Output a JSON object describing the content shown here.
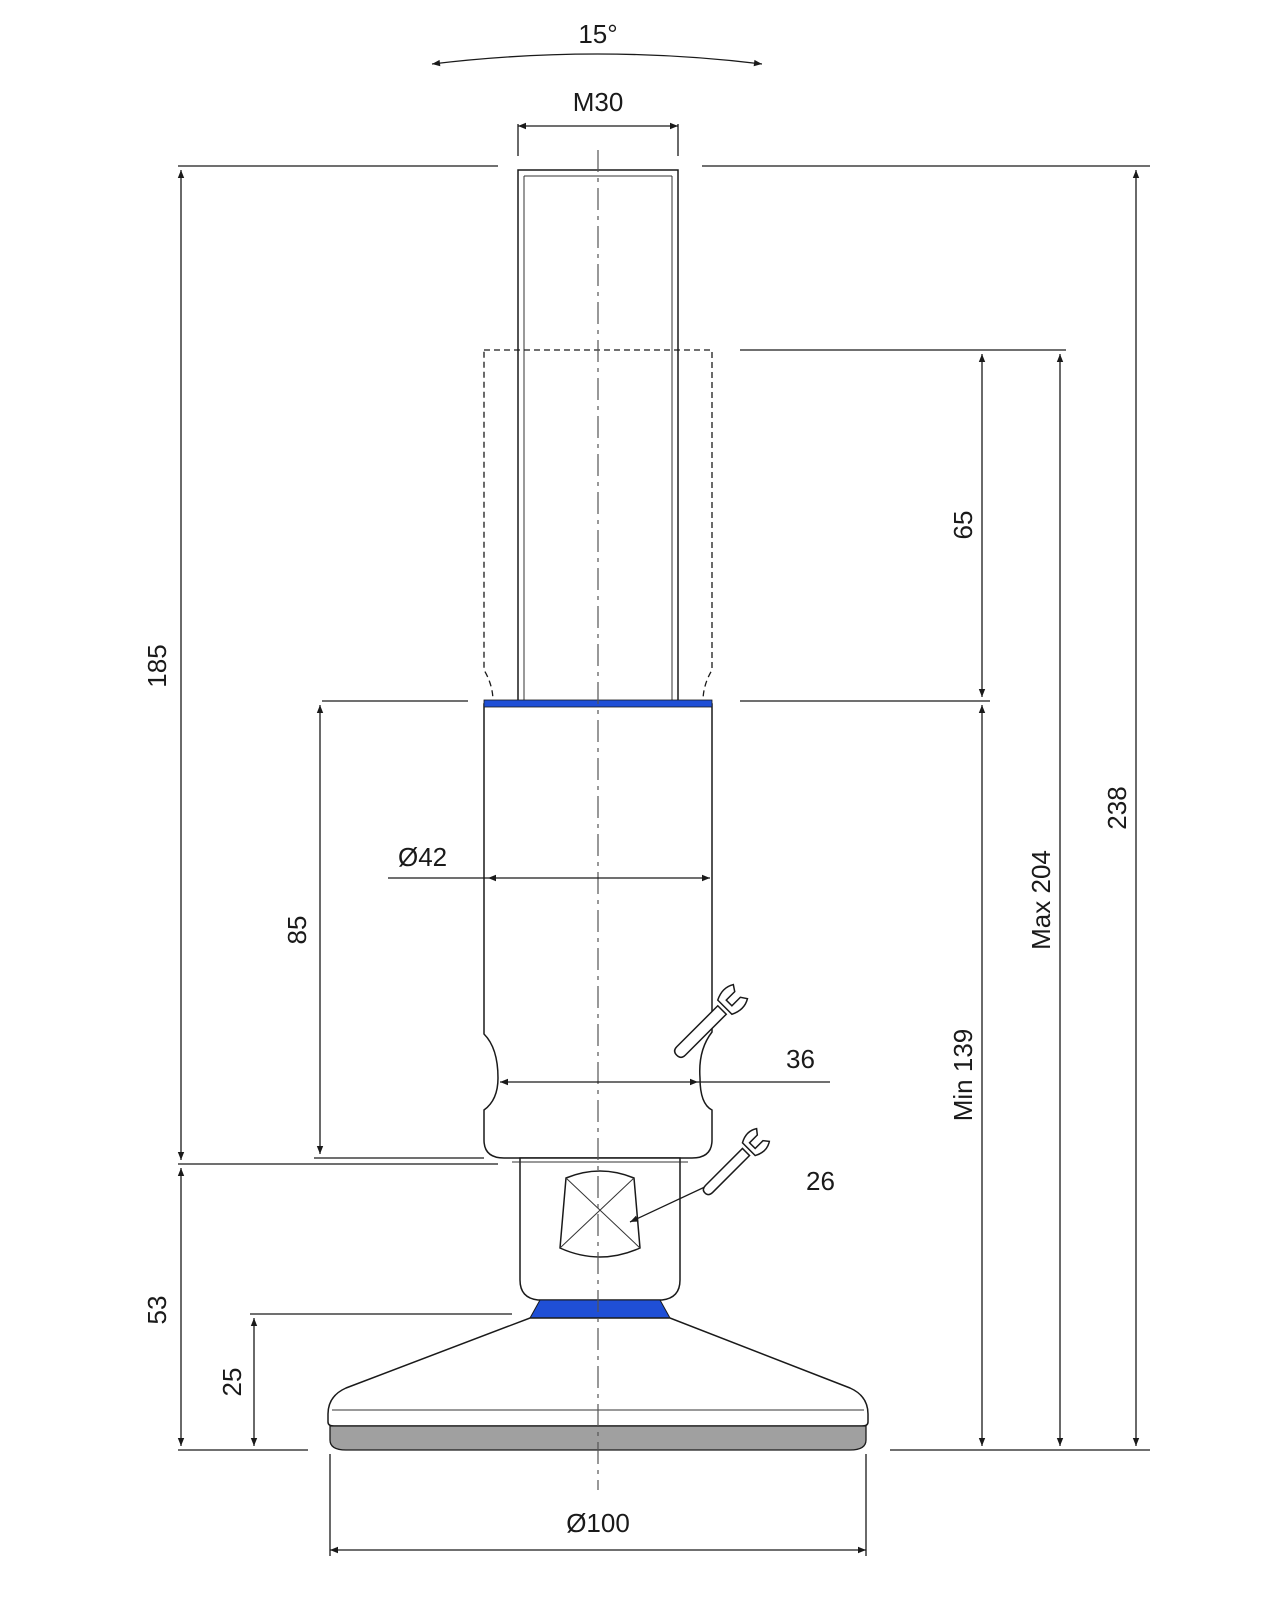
{
  "dimensions": {
    "tilt_angle": "15°",
    "thread": "M30",
    "height_185": "185",
    "travel_65": "65",
    "height_238": "238",
    "max_204": "Max 204",
    "min_139": "Min 139",
    "length_85": "85",
    "diameter_42": "Ø42",
    "wrench_36": "36",
    "wrench_26": "26",
    "height_53": "53",
    "height_25": "25",
    "base_diameter": "Ø100"
  },
  "colors": {
    "seal_ring": "#1f4fd6",
    "rubber_pad": "#a0a0a0",
    "line": "#1a1a1a"
  },
  "icons": {
    "wrench_large": "wrench-icon",
    "wrench_small": "wrench-icon"
  }
}
